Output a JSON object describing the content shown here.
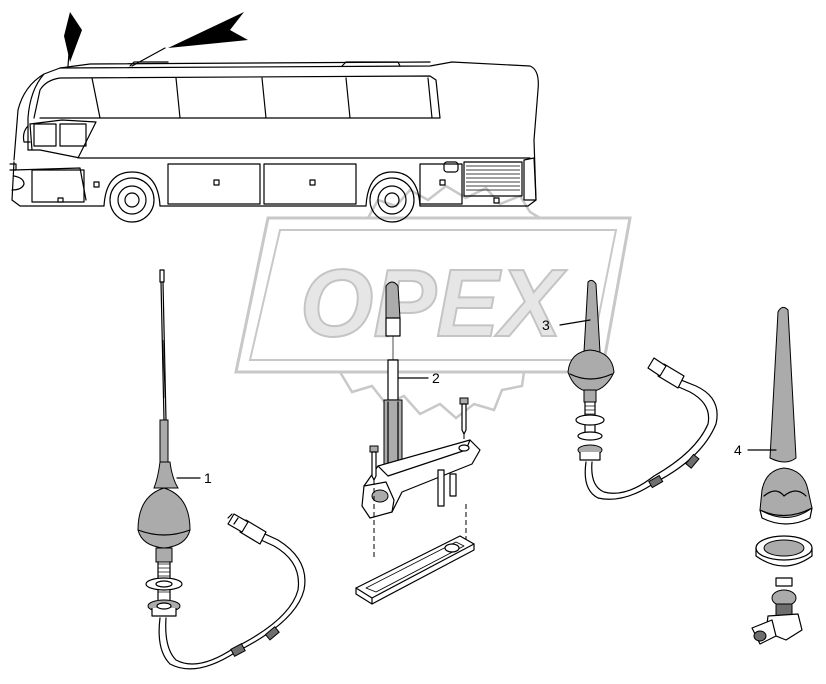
{
  "watermark": {
    "text": "OPEX",
    "colors": {
      "outline": "#c8c8c8",
      "fill": "#e6e6e6"
    }
  },
  "callouts": [
    {
      "id": "1",
      "label": "1"
    },
    {
      "id": "2",
      "label": "2"
    },
    {
      "id": "3",
      "label": "3"
    },
    {
      "id": "4",
      "label": "4"
    }
  ],
  "icons": {
    "pointer_left": "location-arrow-icon",
    "pointer_right": "location-arrow-icon"
  },
  "colors": {
    "line": "#000000",
    "shade": "#ababab",
    "dark": "#6e6e6e",
    "background": "#ffffff"
  }
}
